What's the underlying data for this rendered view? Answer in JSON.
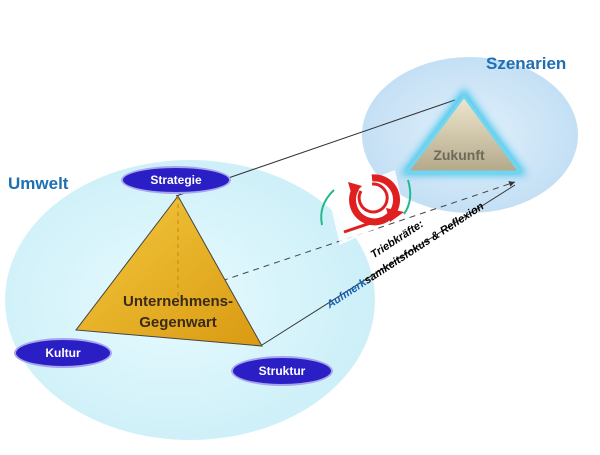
{
  "regions": {
    "present": "Umwelt",
    "future": "Szenarien"
  },
  "pyramid": {
    "label_line1": "Unternehmens-",
    "label_line2": "Gegenwart"
  },
  "corners": {
    "top": "Strategie",
    "left": "Kultur",
    "right": "Struktur"
  },
  "future_triangle": {
    "label": "Zukunft"
  },
  "drivers": {
    "line1": "Triebkräfte:",
    "line2_highlight": "Aufmerk",
    "line2_rest": "samkeitsfokus & Reflexion"
  },
  "colors": {
    "environment_fill": "#d9f6fb",
    "scenario_fill": "#cfe6f7",
    "pyramid_fill": "#e8b21c",
    "pill_fill": "#2a1fc4",
    "label_blue": "#1f6fb2",
    "future_glow": "#2ec0e8",
    "cycle_red": "#e02020"
  }
}
